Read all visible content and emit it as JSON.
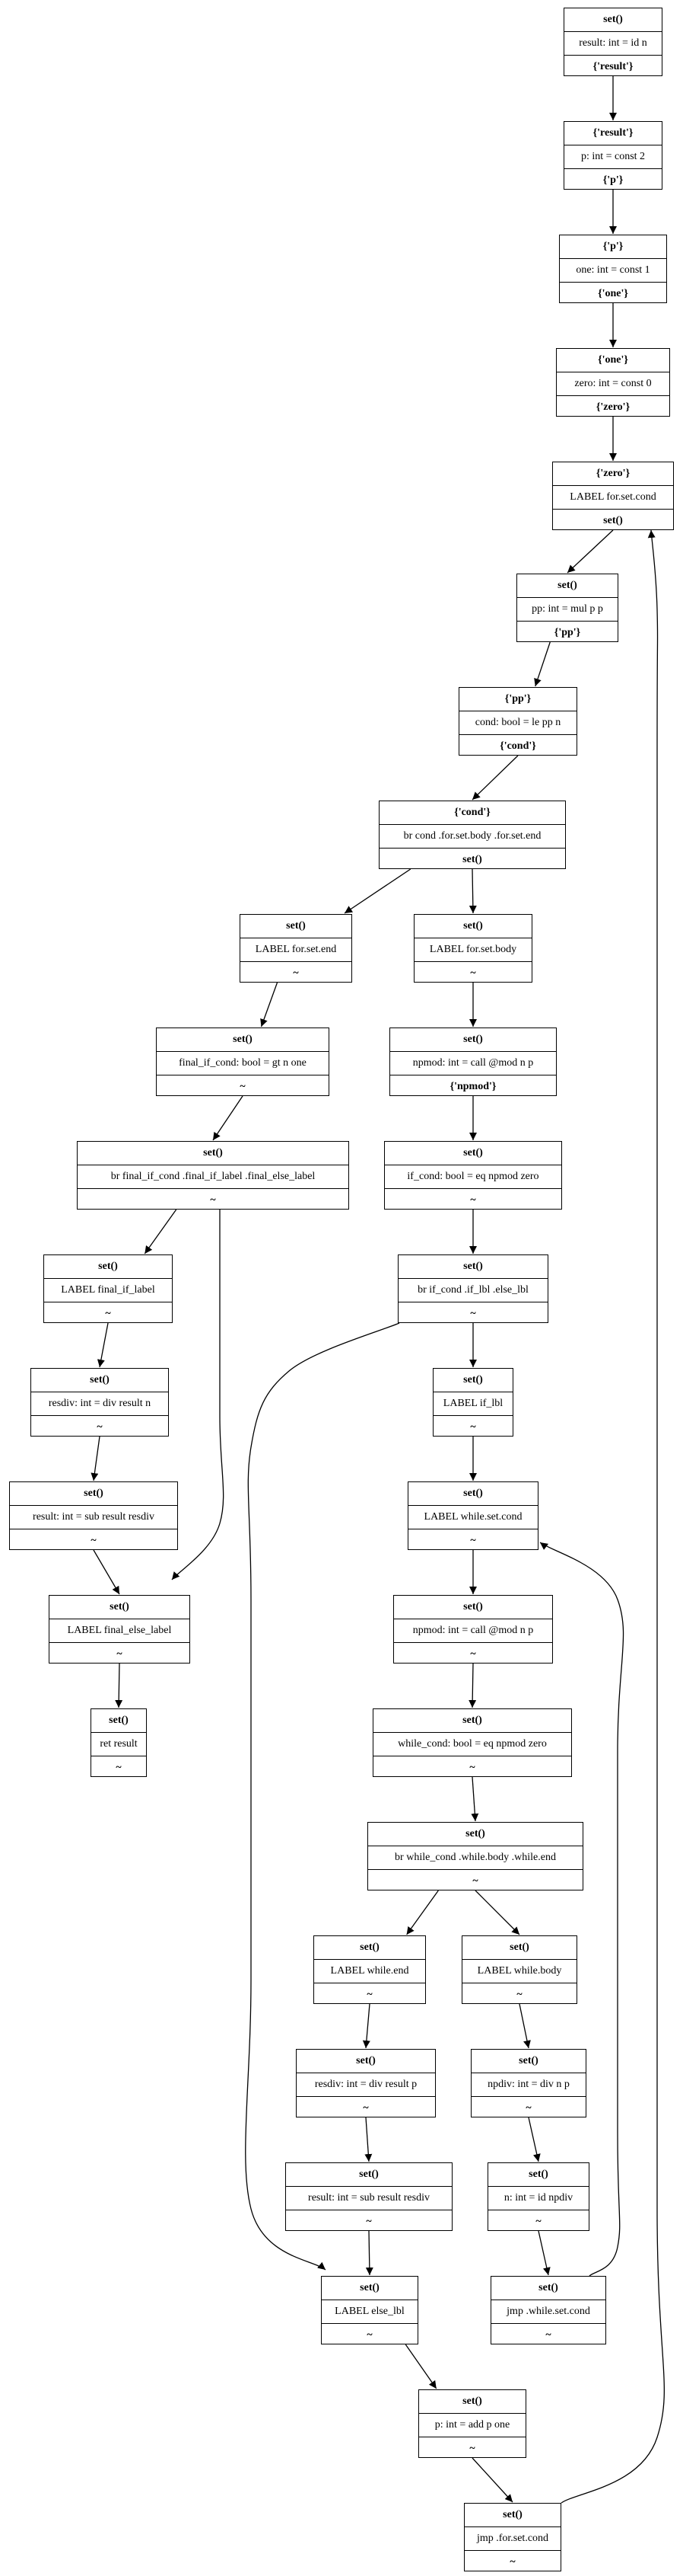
{
  "nodes": [
    {
      "id": "n1",
      "top": "set()",
      "mid": "result: int = id n",
      "bot": "{'result'}"
    },
    {
      "id": "n2",
      "top": "{'result'}",
      "mid": "p: int = const 2",
      "bot": "{'p'}"
    },
    {
      "id": "n3",
      "top": "{'p'}",
      "mid": "one: int = const 1",
      "bot": "{'one'}"
    },
    {
      "id": "n4",
      "top": "{'one'}",
      "mid": "zero: int = const 0",
      "bot": "{'zero'}"
    },
    {
      "id": "n5",
      "top": "{'zero'}",
      "mid": "LABEL for.set.cond",
      "bot": "set()"
    },
    {
      "id": "n6",
      "top": "set()",
      "mid": "pp: int = mul p p",
      "bot": "{'pp'}"
    },
    {
      "id": "n7",
      "top": "{'pp'}",
      "mid": "cond: bool = le pp n",
      "bot": "{'cond'}"
    },
    {
      "id": "n8",
      "top": "{'cond'}",
      "mid": "br cond .for.set.body .for.set.end",
      "bot": "set()"
    },
    {
      "id": "n9",
      "top": "set()",
      "mid": "LABEL for.set.end",
      "bot": "~"
    },
    {
      "id": "n10",
      "top": "set()",
      "mid": "LABEL for.set.body",
      "bot": "~"
    },
    {
      "id": "n11",
      "top": "set()",
      "mid": "final_if_cond: bool = gt n one",
      "bot": "~"
    },
    {
      "id": "n12",
      "top": "set()",
      "mid": "npmod: int = call @mod n p",
      "bot": "{'npmod'}"
    },
    {
      "id": "n13",
      "top": "set()",
      "mid": "br final_if_cond .final_if_label .final_else_label",
      "bot": "~"
    },
    {
      "id": "n14",
      "top": "set()",
      "mid": "if_cond: bool = eq npmod zero",
      "bot": "~"
    },
    {
      "id": "n15",
      "top": "set()",
      "mid": "LABEL final_if_label",
      "bot": "~"
    },
    {
      "id": "n16",
      "top": "set()",
      "mid": "br if_cond .if_lbl .else_lbl",
      "bot": "~"
    },
    {
      "id": "n17",
      "top": "set()",
      "mid": "resdiv: int = div result n",
      "bot": "~"
    },
    {
      "id": "n18",
      "top": "set()",
      "mid": "LABEL if_lbl",
      "bot": "~"
    },
    {
      "id": "n19",
      "top": "set()",
      "mid": "result: int = sub result resdiv",
      "bot": "~"
    },
    {
      "id": "n20",
      "top": "set()",
      "mid": "LABEL while.set.cond",
      "bot": "~"
    },
    {
      "id": "n21",
      "top": "set()",
      "mid": "LABEL final_else_label",
      "bot": "~"
    },
    {
      "id": "n22",
      "top": "set()",
      "mid": "npmod: int = call @mod n p",
      "bot": "~"
    },
    {
      "id": "n23",
      "top": "set()",
      "mid": "ret result",
      "bot": "~"
    },
    {
      "id": "n24",
      "top": "set()",
      "mid": "while_cond: bool = eq npmod zero",
      "bot": "~"
    },
    {
      "id": "n25",
      "top": "set()",
      "mid": "br while_cond .while.body .while.end",
      "bot": "~"
    },
    {
      "id": "n26",
      "top": "set()",
      "mid": "LABEL while.end",
      "bot": "~"
    },
    {
      "id": "n27",
      "top": "set()",
      "mid": "LABEL while.body",
      "bot": "~"
    },
    {
      "id": "n28",
      "top": "set()",
      "mid": "resdiv: int = div result p",
      "bot": "~"
    },
    {
      "id": "n29",
      "top": "set()",
      "mid": "npdiv: int = div n p",
      "bot": "~"
    },
    {
      "id": "n30",
      "top": "set()",
      "mid": "result: int = sub result resdiv",
      "bot": "~"
    },
    {
      "id": "n31",
      "top": "set()",
      "mid": "n: int = id npdiv",
      "bot": "~"
    },
    {
      "id": "n32",
      "top": "set()",
      "mid": "LABEL else_lbl",
      "bot": "~"
    },
    {
      "id": "n33",
      "top": "set()",
      "mid": "jmp .while.set.cond",
      "bot": "~"
    },
    {
      "id": "n34",
      "top": "set()",
      "mid": "p: int = add p one",
      "bot": "~"
    },
    {
      "id": "n35",
      "top": "set()",
      "mid": "jmp .for.set.cond",
      "bot": "~"
    }
  ],
  "edges": [
    {
      "from": "n1",
      "to": "n2"
    },
    {
      "from": "n2",
      "to": "n3"
    },
    {
      "from": "n3",
      "to": "n4"
    },
    {
      "from": "n4",
      "to": "n5"
    },
    {
      "from": "n5",
      "to": "n6"
    },
    {
      "from": "n6",
      "to": "n7"
    },
    {
      "from": "n7",
      "to": "n8"
    },
    {
      "from": "n8",
      "to": "n9"
    },
    {
      "from": "n8",
      "to": "n10"
    },
    {
      "from": "n9",
      "to": "n11"
    },
    {
      "from": "n10",
      "to": "n12"
    },
    {
      "from": "n11",
      "to": "n13"
    },
    {
      "from": "n12",
      "to": "n14"
    },
    {
      "from": "n13",
      "to": "n15"
    },
    {
      "from": "n13",
      "to": "n21"
    },
    {
      "from": "n14",
      "to": "n16"
    },
    {
      "from": "n15",
      "to": "n17"
    },
    {
      "from": "n16",
      "to": "n18"
    },
    {
      "from": "n16",
      "to": "n32"
    },
    {
      "from": "n17",
      "to": "n19"
    },
    {
      "from": "n18",
      "to": "n20"
    },
    {
      "from": "n19",
      "to": "n21"
    },
    {
      "from": "n20",
      "to": "n22"
    },
    {
      "from": "n21",
      "to": "n23"
    },
    {
      "from": "n22",
      "to": "n24"
    },
    {
      "from": "n24",
      "to": "n25"
    },
    {
      "from": "n25",
      "to": "n26"
    },
    {
      "from": "n25",
      "to": "n27"
    },
    {
      "from": "n26",
      "to": "n28"
    },
    {
      "from": "n27",
      "to": "n29"
    },
    {
      "from": "n28",
      "to": "n30"
    },
    {
      "from": "n29",
      "to": "n31"
    },
    {
      "from": "n30",
      "to": "n32"
    },
    {
      "from": "n31",
      "to": "n33"
    },
    {
      "from": "n33",
      "to": "n20"
    },
    {
      "from": "n32",
      "to": "n34"
    },
    {
      "from": "n34",
      "to": "n35"
    },
    {
      "from": "n35",
      "to": "n5"
    }
  ]
}
